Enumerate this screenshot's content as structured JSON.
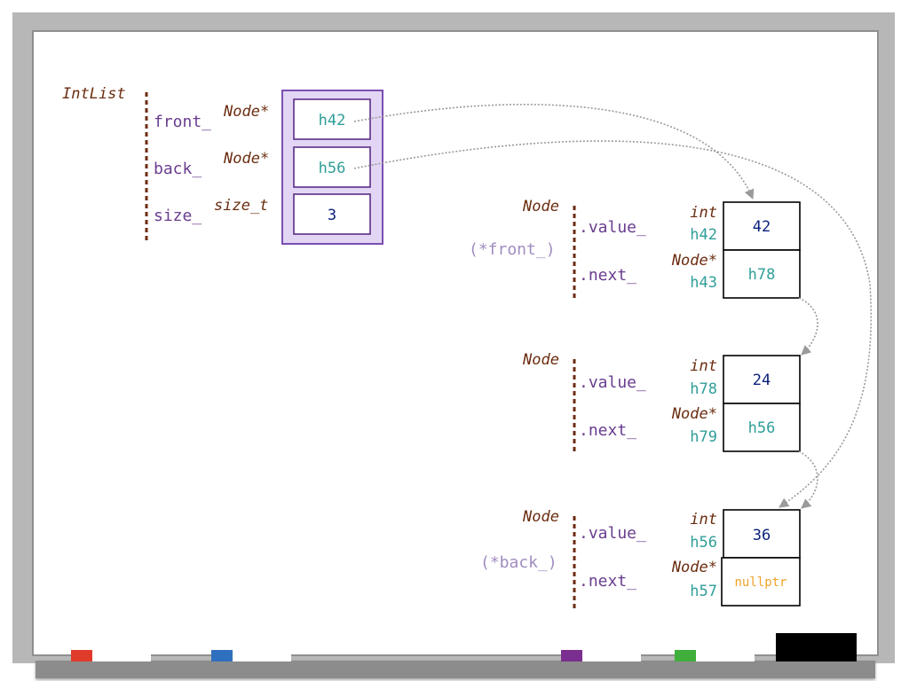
{
  "intlist": {
    "type": "IntList",
    "members": [
      {
        "name": "front_",
        "type": "Node*",
        "value": "h42"
      },
      {
        "name": "back_",
        "type": "Node*",
        "value": "h56"
      },
      {
        "name": "size_",
        "type": "size_t",
        "value": "3"
      }
    ]
  },
  "nodes": [
    {
      "type": "Node",
      "alias": "(*front_)",
      "fields": [
        {
          "name": ".value_",
          "type": "int",
          "addr": "h42",
          "value": "42"
        },
        {
          "name": ".next_",
          "type": "Node*",
          "addr": "h43",
          "value": "h78"
        }
      ]
    },
    {
      "type": "Node",
      "alias": "",
      "fields": [
        {
          "name": ".value_",
          "type": "int",
          "addr": "h78",
          "value": "24"
        },
        {
          "name": ".next_",
          "type": "Node*",
          "addr": "h79",
          "value": "h56"
        }
      ]
    },
    {
      "type": "Node",
      "alias": "(*back_)",
      "fields": [
        {
          "name": ".value_",
          "type": "int",
          "addr": "h56",
          "value": "36"
        },
        {
          "name": ".next_",
          "type": "Node*",
          "addr": "h57",
          "value": "nullptr"
        }
      ]
    }
  ],
  "colors": {
    "type": "#6b2d10",
    "member": "#6a3d8f",
    "address": "#2f9e98",
    "value": "#0a1f7a",
    "nullptr": "#f0a22a",
    "list_box": "#e3d6f5",
    "arrow": "#9a9a9a"
  },
  "markers": [
    "#e03a2a",
    "#2f6fbf",
    "#7a2e8f",
    "#3fae3a"
  ]
}
